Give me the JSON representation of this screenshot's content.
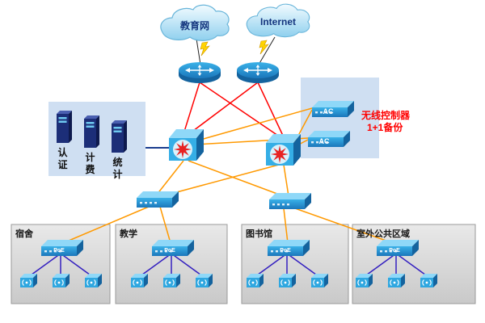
{
  "diagram": {
    "clouds": {
      "edu": "教育网",
      "internet": "Internet"
    },
    "servers": {
      "labels": [
        "认证",
        "计费",
        "统计"
      ]
    },
    "wireless": {
      "ac1": "AC",
      "ac2": "AC",
      "note1": "无线控制器",
      "note2": "1+1备份"
    },
    "zones": [
      {
        "name": "宿舍",
        "poe": "PoE"
      },
      {
        "name": "教学",
        "poe": "PoE"
      },
      {
        "name": "图书馆",
        "poe": "PoE"
      },
      {
        "name": "室外公共区域",
        "poe": "PoE"
      }
    ],
    "colors": {
      "device_blue": "#2196d6",
      "line_red": "#ff0000",
      "line_orange": "#ff9900",
      "line_access": "#3420c0",
      "panel_blue": "#cfdff2",
      "note_red": "#ff0000"
    }
  }
}
